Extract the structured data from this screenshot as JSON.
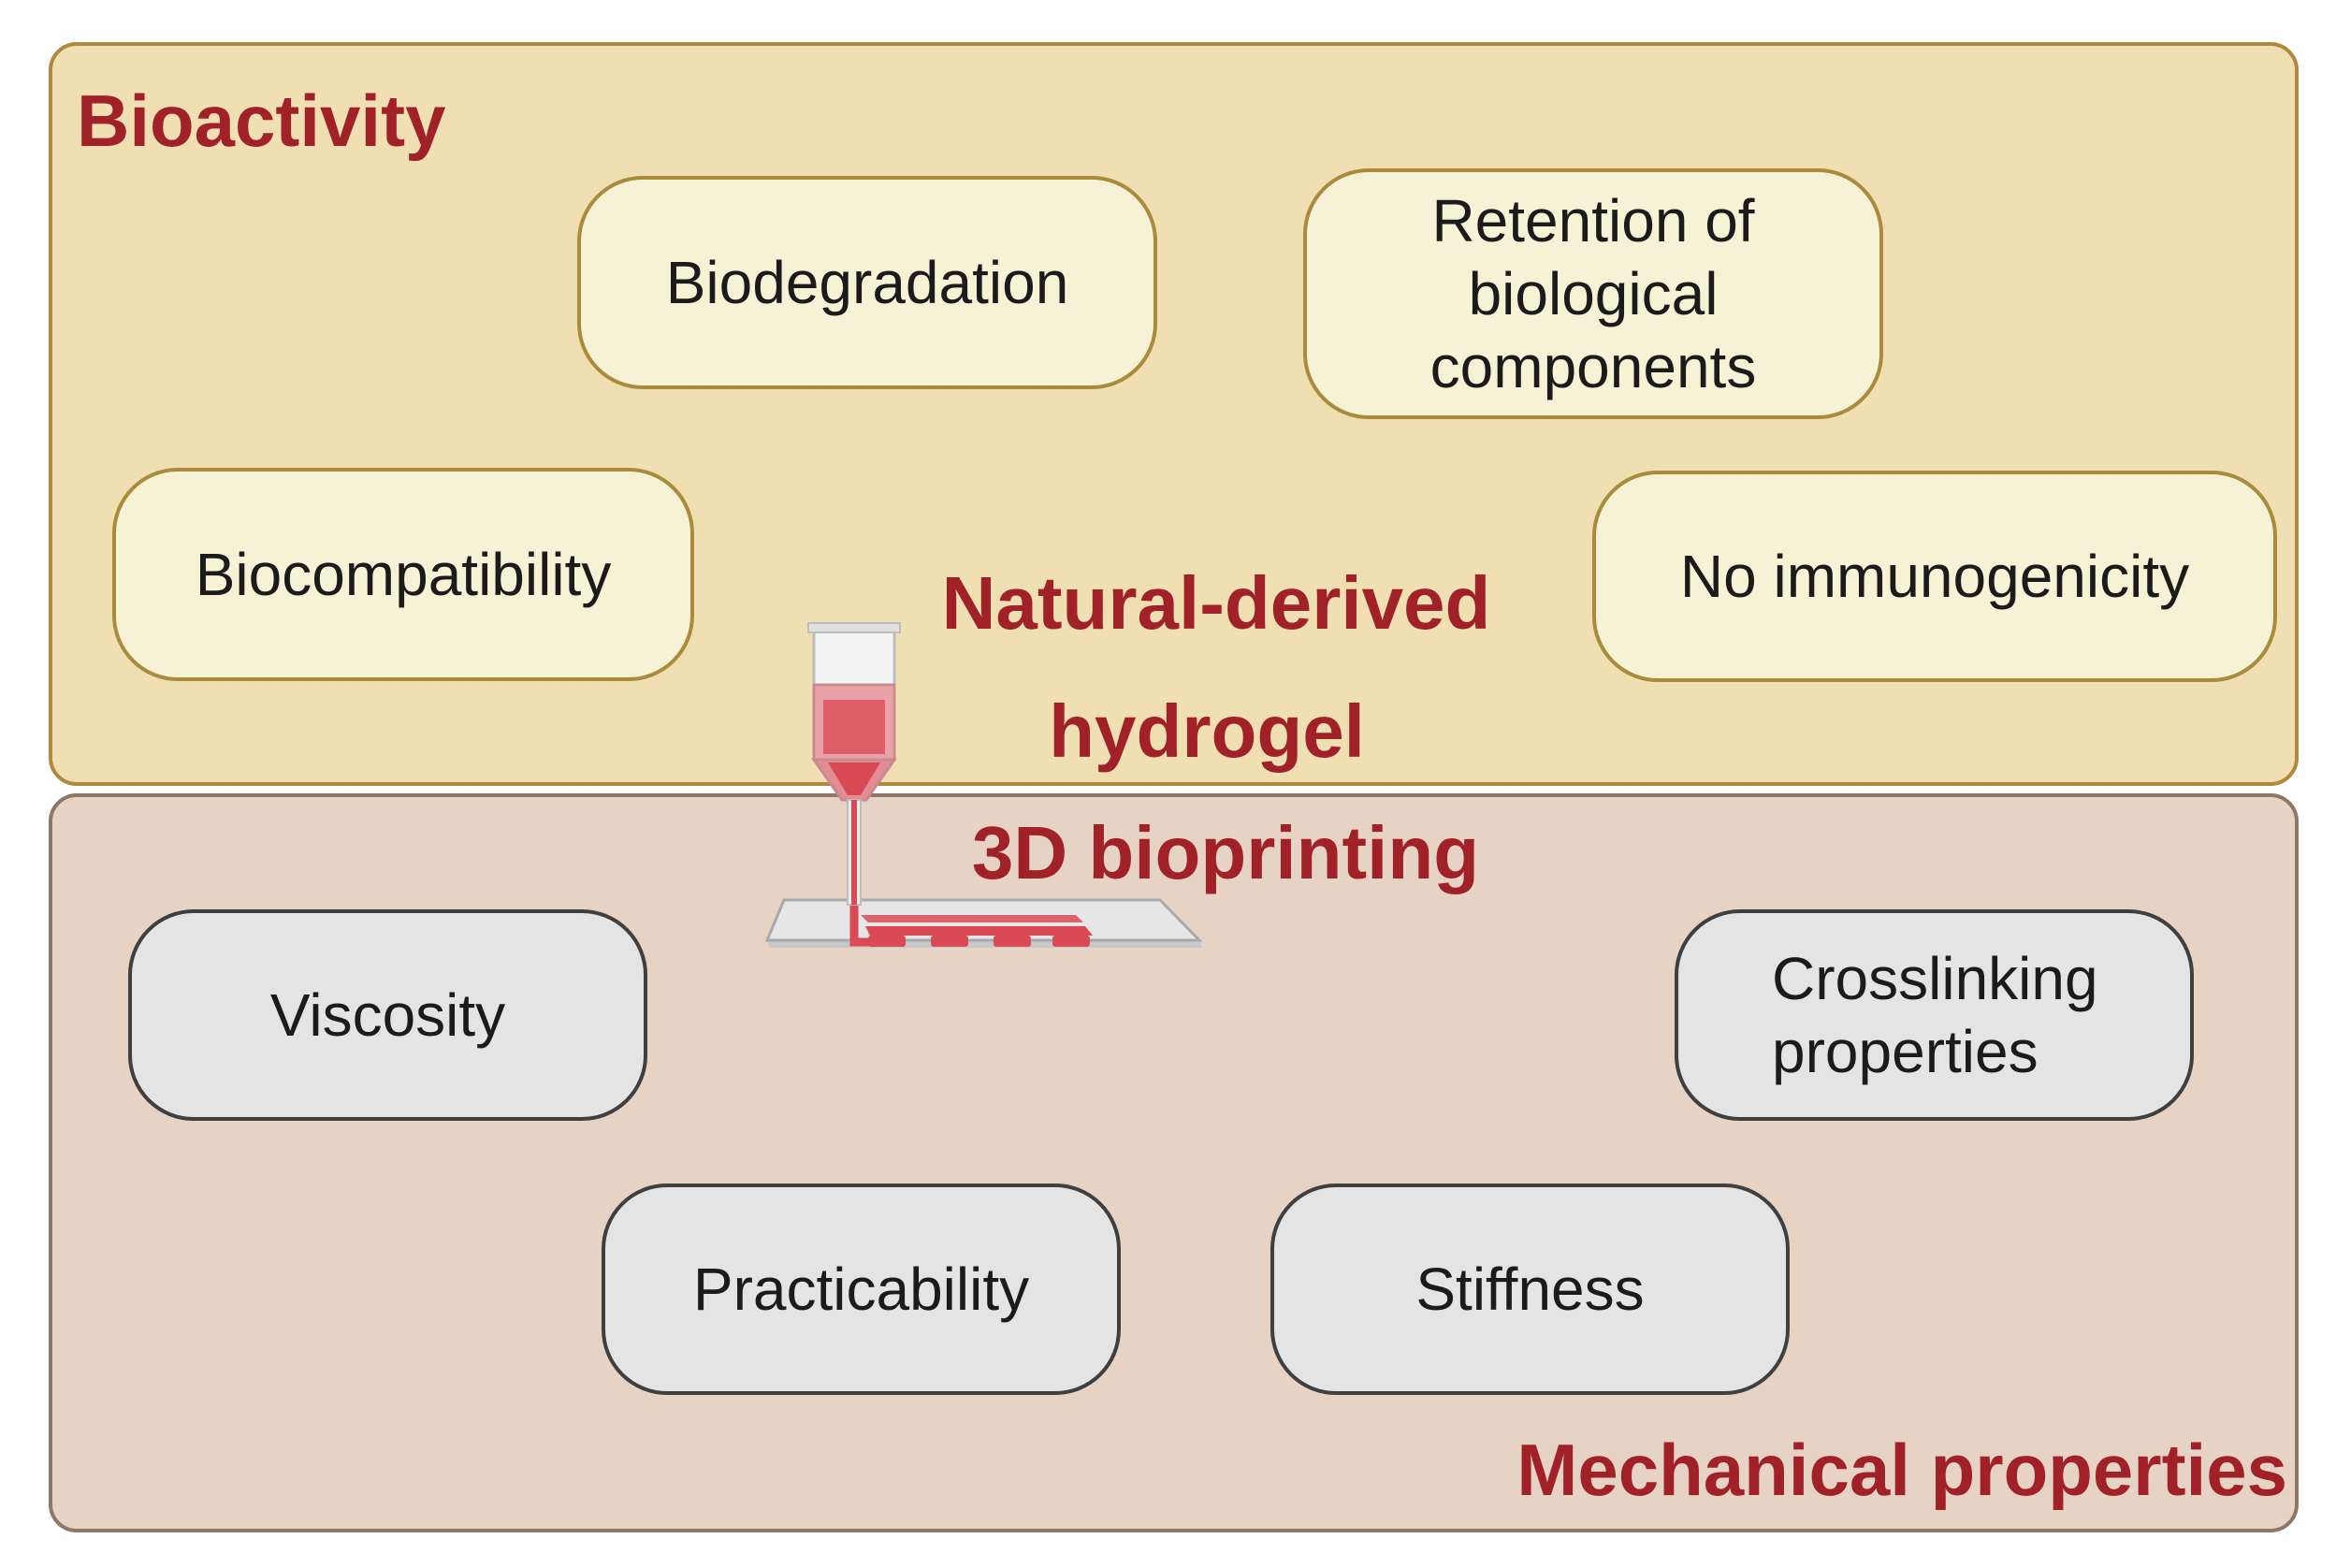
{
  "top_panel": {
    "title": "Bioactivity",
    "items": [
      {
        "label": "Biodegradation"
      },
      {
        "label": "Retention of biological components"
      },
      {
        "label": "Biocompatibility"
      },
      {
        "label": "No immunogenicity"
      }
    ]
  },
  "center": {
    "line1": "Natural-derived",
    "line2": "hydrogel",
    "line3": "3D bioprinting"
  },
  "bottom_panel": {
    "title": "Mechanical properties",
    "items": [
      {
        "label": "Viscosity"
      },
      {
        "label": "Crosslinking properties"
      },
      {
        "label": "Practicability"
      },
      {
        "label": "Stiffness"
      }
    ]
  },
  "colors": {
    "title_red": "#a02128",
    "top_panel_fill": "#f0dfb2",
    "bottom_panel_fill": "#e6d3c4",
    "top_pill_fill": "#f6f2d6",
    "bottom_pill_fill": "#e4e4e4",
    "bioink": "#dd4f58"
  },
  "icons": {
    "printer": "bioprinter-nozzle-icon"
  }
}
